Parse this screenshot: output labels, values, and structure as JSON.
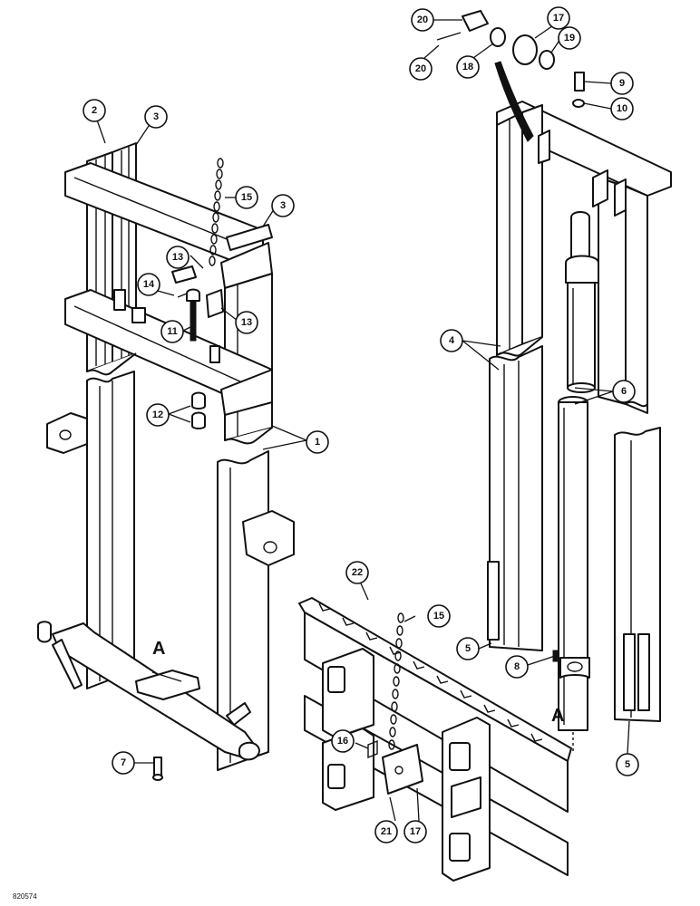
{
  "diagram": {
    "callouts": [
      {
        "id": "c1",
        "label": "1"
      },
      {
        "id": "c2",
        "label": "2"
      },
      {
        "id": "c3a",
        "label": "3"
      },
      {
        "id": "c3b",
        "label": "3"
      },
      {
        "id": "c4",
        "label": "4"
      },
      {
        "id": "c5a",
        "label": "5"
      },
      {
        "id": "c5b",
        "label": "5"
      },
      {
        "id": "c6",
        "label": "6"
      },
      {
        "id": "c7",
        "label": "7"
      },
      {
        "id": "c8",
        "label": "8"
      },
      {
        "id": "c9",
        "label": "9"
      },
      {
        "id": "c10",
        "label": "10"
      },
      {
        "id": "c11",
        "label": "11"
      },
      {
        "id": "c12",
        "label": "12"
      },
      {
        "id": "c13a",
        "label": "13"
      },
      {
        "id": "c13b",
        "label": "13"
      },
      {
        "id": "c14",
        "label": "14"
      },
      {
        "id": "c15a",
        "label": "15"
      },
      {
        "id": "c15b",
        "label": "15"
      },
      {
        "id": "c16",
        "label": "16"
      },
      {
        "id": "c17a",
        "label": "17"
      },
      {
        "id": "c17b",
        "label": "17"
      },
      {
        "id": "c18",
        "label": "18"
      },
      {
        "id": "c19",
        "label": "19"
      },
      {
        "id": "c20a",
        "label": "20"
      },
      {
        "id": "c20b",
        "label": "20"
      },
      {
        "id": "c21",
        "label": "21"
      },
      {
        "id": "c22",
        "label": "22"
      }
    ],
    "view_labels": {
      "left": "A",
      "right": "A"
    },
    "figure_id": "820574"
  }
}
